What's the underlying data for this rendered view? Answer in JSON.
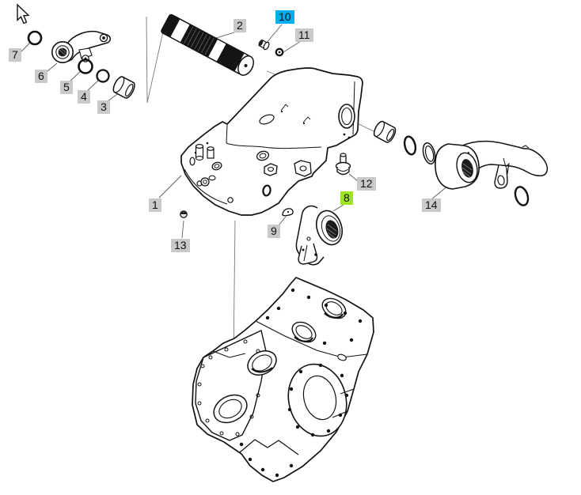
{
  "window": {
    "background": "#ffffff"
  },
  "diagram": {
    "type": "exploded-parts-diagram",
    "cursor": "arrow-pointer",
    "colors": {
      "line": "#1a1a1a",
      "leader_line": "#777777",
      "label_default_bg": "#c9c9c9",
      "label_selected_bg": "#00aeef",
      "label_highlighted_bg": "#9ee51f",
      "label_text": "#111111"
    },
    "part_labels": {
      "l1": {
        "text": "1",
        "state": "default"
      },
      "l2": {
        "text": "2",
        "state": "default"
      },
      "l3": {
        "text": "3",
        "state": "default"
      },
      "l4": {
        "text": "4",
        "state": "default"
      },
      "l5": {
        "text": "5",
        "state": "default"
      },
      "l6": {
        "text": "6",
        "state": "default"
      },
      "l7": {
        "text": "7",
        "state": "default"
      },
      "l8": {
        "text": "8",
        "state": "highlighted"
      },
      "l9": {
        "text": "9",
        "state": "default"
      },
      "l10": {
        "text": "10",
        "state": "selected"
      },
      "l11": {
        "text": "11",
        "state": "default"
      },
      "l12": {
        "text": "12",
        "state": "default"
      },
      "l13": {
        "text": "13",
        "state": "default"
      },
      "l14": {
        "text": "14",
        "state": "default"
      }
    }
  }
}
